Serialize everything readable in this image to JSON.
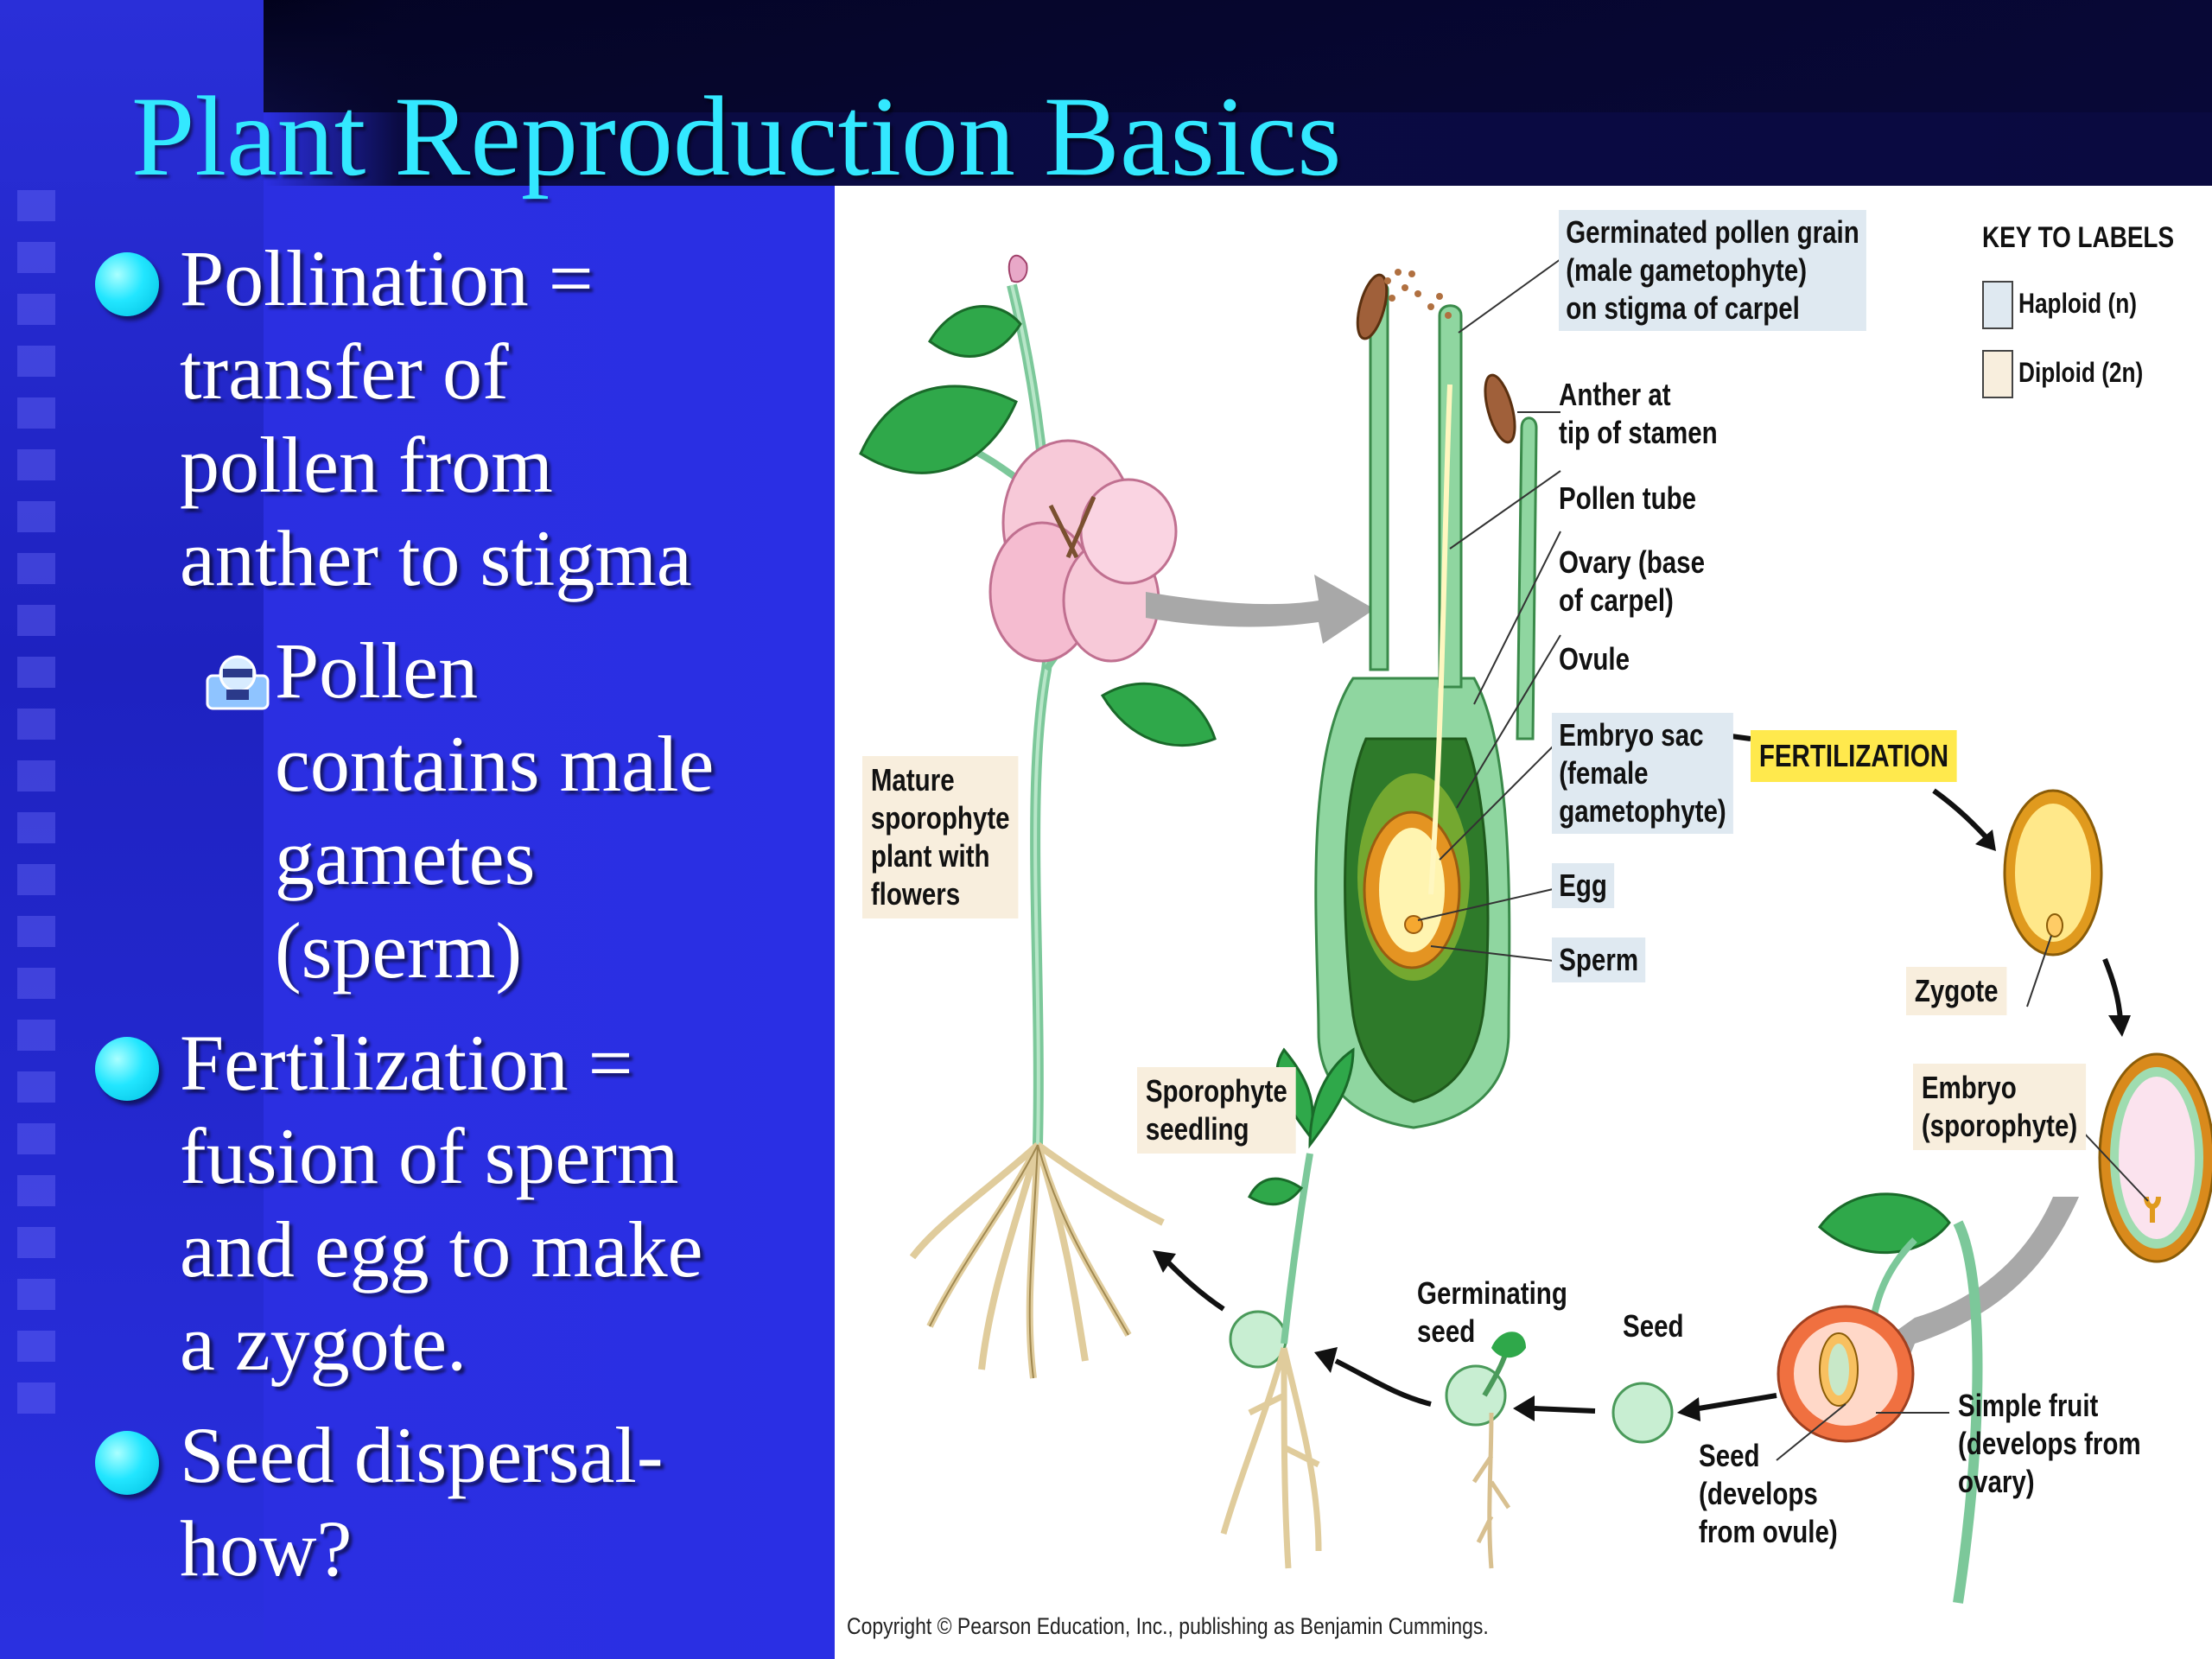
{
  "slide": {
    "title": "Plant Reproduction Basics",
    "bullets": [
      {
        "level": 1,
        "lines": [
          "Pollination =",
          "transfer of",
          "pollen from",
          "anther to stigma"
        ]
      },
      {
        "level": 2,
        "lines": [
          "Pollen",
          "contains male",
          "gametes",
          "(sperm)"
        ]
      },
      {
        "level": 1,
        "lines": [
          "Fertilization =",
          "fusion of sperm",
          "and egg to make",
          "a zygote."
        ]
      },
      {
        "level": 1,
        "lines": [
          "Seed dispersal-",
          "how?"
        ]
      }
    ]
  },
  "diagram": {
    "labels": {
      "germinated_pollen": [
        "Germinated pollen grain",
        "(male gametophyte)",
        "on stigma of carpel"
      ],
      "anther": [
        "Anther at",
        "tip of stamen"
      ],
      "pollen_tube": "Pollen tube",
      "ovary": [
        "Ovary (base",
        "of carpel)"
      ],
      "ovule": "Ovule",
      "embryo_sac": [
        "Embryo sac",
        "(female",
        "gametophyte)"
      ],
      "egg": "Egg",
      "sperm": "Sperm",
      "fertilization": "FERTILIZATION",
      "mature_sporophyte": [
        "Mature",
        "sporophyte",
        "plant with",
        "flowers"
      ],
      "zygote": "Zygote",
      "embryo": [
        "Embryo",
        "(sporophyte)"
      ],
      "sporophyte_seedling": [
        "Sporophyte",
        "seedling"
      ],
      "germinating_seed": [
        "Germinating",
        "seed"
      ],
      "seed": "Seed",
      "seed_develops": [
        "Seed",
        "(develops",
        "from ovule)"
      ],
      "simple_fruit": [
        "Simple fruit",
        "(develops from",
        "ovary)"
      ]
    },
    "key": {
      "title": "KEY TO LABELS",
      "haploid": "Haploid (n)",
      "diploid": "Diploid (2n)",
      "haploid_color": "#dfe9f1",
      "diploid_color": "#f8eedd"
    },
    "copyright": "Copyright © Pearson Education, Inc., publishing as Benjamin Cummings."
  }
}
